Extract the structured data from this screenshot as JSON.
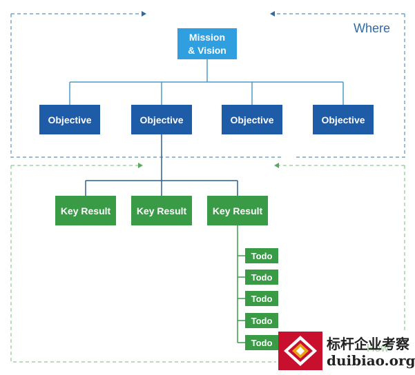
{
  "diagram": {
    "mission": "Mission\n& Vision",
    "objectives": [
      "Objective",
      "Objective",
      "Objective",
      "Objective"
    ],
    "key_results": [
      "Key Result",
      "Key Result",
      "Key Result"
    ],
    "todos": [
      "Todo",
      "Todo",
      "Todo",
      "Todo",
      "Todo"
    ],
    "where_label": "Where",
    "how_label": "How",
    "colors": {
      "mission": "#2f9fe0",
      "objective": "#1f5ca8",
      "key_result": "#3a9b47",
      "where_frame": "#5b8fc6",
      "how_frame": "#8cc68f"
    }
  },
  "watermark": {
    "chinese": "标杆企业考察",
    "domain": "duibiao.org"
  }
}
